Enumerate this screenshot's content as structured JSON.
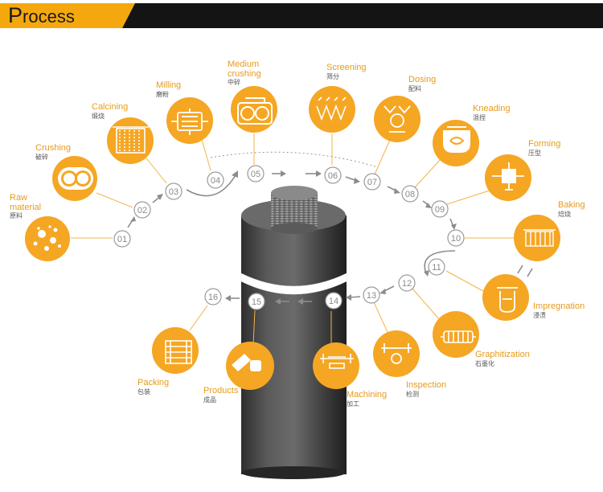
{
  "header": {
    "title_first_letter": "P",
    "title_rest": "rocess"
  },
  "colors": {
    "orange": "#f5a623",
    "header_bar": "#f5a80e",
    "header_black": "#141414",
    "step_circle": "#9a9a9a",
    "arrow": "#8c8c8c"
  },
  "steps": [
    {
      "num": "01",
      "label": "Raw material",
      "zh": "原料",
      "icon": "particles-icon"
    },
    {
      "num": "02",
      "label": "Crushing",
      "zh": "破碎",
      "icon": "crusher-rollers-icon"
    },
    {
      "num": "03",
      "label": "Calcining",
      "zh": "煅烧",
      "icon": "calcining-furnace-icon"
    },
    {
      "num": "04",
      "label": "Milling",
      "zh": "磨粉",
      "icon": "mill-icon"
    },
    {
      "num": "05",
      "label": "Medium crushing",
      "zh": "中碎",
      "icon": "medium-crusher-icon"
    },
    {
      "num": "06",
      "label": "Screening",
      "zh": "筛分",
      "icon": "screen-sieve-icon"
    },
    {
      "num": "07",
      "label": "Dosing",
      "zh": "配料",
      "icon": "dosing-icon"
    },
    {
      "num": "08",
      "label": "Kneading",
      "zh": "混捏",
      "icon": "kneader-icon"
    },
    {
      "num": "09",
      "label": "Forming",
      "zh": "压型",
      "icon": "press-icon"
    },
    {
      "num": "10",
      "label": "Baking",
      "zh": "焙烧",
      "icon": "kiln-icon"
    },
    {
      "num": "11",
      "label": "",
      "zh": "",
      "icon": ""
    },
    {
      "num": "12",
      "label": "Impregnation",
      "zh": "浸渍",
      "icon": "impregnation-tank-icon"
    },
    {
      "num": "13",
      "label": "Graphitization",
      "zh": "石墨化",
      "icon": "graphitizing-furnace-icon"
    },
    {
      "num": "14",
      "label": "Inspection",
      "zh": "检测",
      "icon": "inspection-gauge-icon"
    },
    {
      "num": "15",
      "label": "Machining",
      "zh": "加工",
      "icon": "lathe-icon"
    },
    {
      "num": "16",
      "label": "Products",
      "zh": "成品",
      "icon": "electrode-nipple-icon"
    },
    {
      "num": "",
      "label": "Packing",
      "zh": "包装",
      "icon": "packing-crate-icon"
    }
  ]
}
